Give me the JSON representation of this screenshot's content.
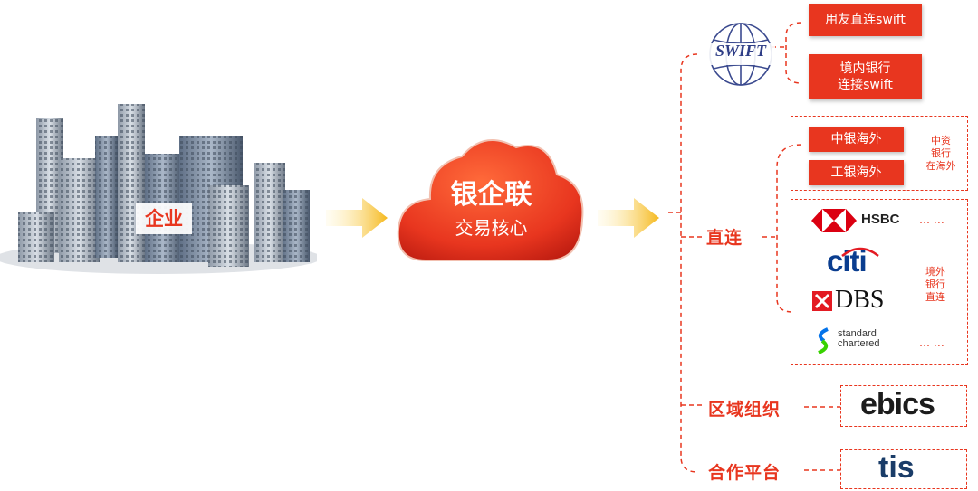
{
  "enterprise": {
    "label": "企业"
  },
  "core": {
    "title": "银企联",
    "subtitle": "交易核心"
  },
  "swift": {
    "logo_text": "SWIFT",
    "options": [
      "用友直连swift",
      "境内银行",
      "连接swift"
    ]
  },
  "direct": {
    "category": "直连",
    "chinese_banks": [
      "中银海外",
      "工银海外"
    ],
    "chinese_note": [
      "中资",
      "银行",
      "在海外"
    ],
    "foreign_logos": [
      "HSBC",
      "citi",
      "DBS",
      "standard",
      "chartered"
    ],
    "ellipsis": "… …",
    "foreign_note": [
      "境外",
      "银行",
      "直连"
    ]
  },
  "regional": {
    "category": "区域组织",
    "logo": "ebics"
  },
  "partner": {
    "category": "合作平台",
    "logo": "tis"
  },
  "colors": {
    "accent": "#e8361f",
    "arrow": "#f5b81c",
    "hsbc": "#db0011",
    "citi": "#0a3d8f",
    "dbs": "#e31b23",
    "sc_blue": "#0473ea",
    "sc_green": "#38d200"
  }
}
